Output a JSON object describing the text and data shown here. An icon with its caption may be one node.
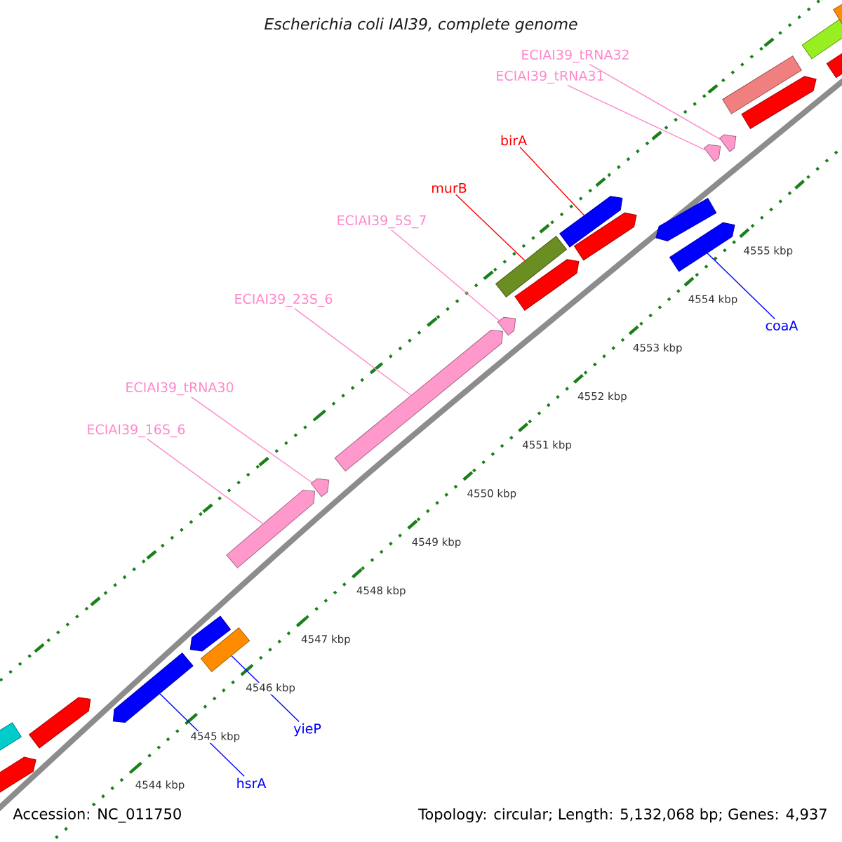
{
  "diagram": {
    "title": "Escherichia coli IAI39, complete genome",
    "nodes": [
      {
        "text": [
          "ECIAI39_tRNA32"
        ]
      },
      {
        "text": [
          "ECIAI39_tRNA31"
        ]
      },
      {
        "text": [
          "birA"
        ]
      },
      {
        "text": [
          "murB"
        ]
      },
      {
        "text": [
          "ECIAI39_5S_7"
        ]
      },
      {
        "text": [
          "ECIAI39_23S_6"
        ]
      },
      {
        "text": [
          "coaA"
        ]
      },
      {
        "text": [
          "ECIAI39_tRNA30"
        ]
      },
      {
        "text": [
          "ECIAI39_16S_6"
        ]
      },
      {
        "text": [
          "yieP"
        ]
      },
      {
        "text": [
          "hsrA"
        ]
      },
      {
        "text": [],
        "shape": "bar"
      },
      {
        "text": [],
        "shape": "bar"
      },
      {
        "text": [],
        "shape": "bar"
      },
      {
        "text": [],
        "shape": "bar"
      },
      {
        "text": [],
        "shape": "bar"
      },
      {
        "text": [],
        "shape": "bar"
      },
      {
        "text": [],
        "shape": "bar"
      },
      {
        "text": [],
        "shape": "bar"
      },
      {
        "text": [],
        "shape": "bar"
      },
      {
        "text": [],
        "shape": "bar"
      },
      {
        "text": [],
        "shape": "bar"
      }
    ],
    "edges": [
      {
        "from": 0,
        "to": 21,
        "arrow": "none"
      },
      {
        "from": 1,
        "to": 20,
        "arrow": "none"
      },
      {
        "from": 2,
        "to": 18,
        "arrow": "none",
        "color": "#ff0000"
      },
      {
        "from": 3,
        "to": 17,
        "arrow": "none",
        "color": "#ff0000"
      },
      {
        "from": 4,
        "to": 16,
        "arrow": "none"
      },
      {
        "from": 5,
        "to": 15,
        "arrow": "none"
      },
      {
        "from": 6,
        "to": 19,
        "arrow": "none",
        "color": "#0000ff"
      },
      {
        "from": 7,
        "to": 14,
        "arrow": "none"
      },
      {
        "from": 8,
        "to": 13,
        "arrow": "none"
      },
      {
        "from": 9,
        "to": 12,
        "arrow": "none",
        "color": "#0000ff"
      },
      {
        "from": 10,
        "to": 11,
        "arrow": "none",
        "color": "#0000ff"
      }
    ],
    "labels": [
      "4544 kbp",
      "4545 kbp",
      "4546 kbp",
      "4547 kbp",
      "4548 kbp",
      "4549 kbp",
      "4550 kbp",
      "4551 kbp",
      "4552 kbp",
      "4553 kbp",
      "4554 kbp",
      "4555 kbp",
      "Accession: NC_011750",
      "Topology: circular; Length: 5,132,068 bp; Genes: 4,937"
    ]
  }
}
